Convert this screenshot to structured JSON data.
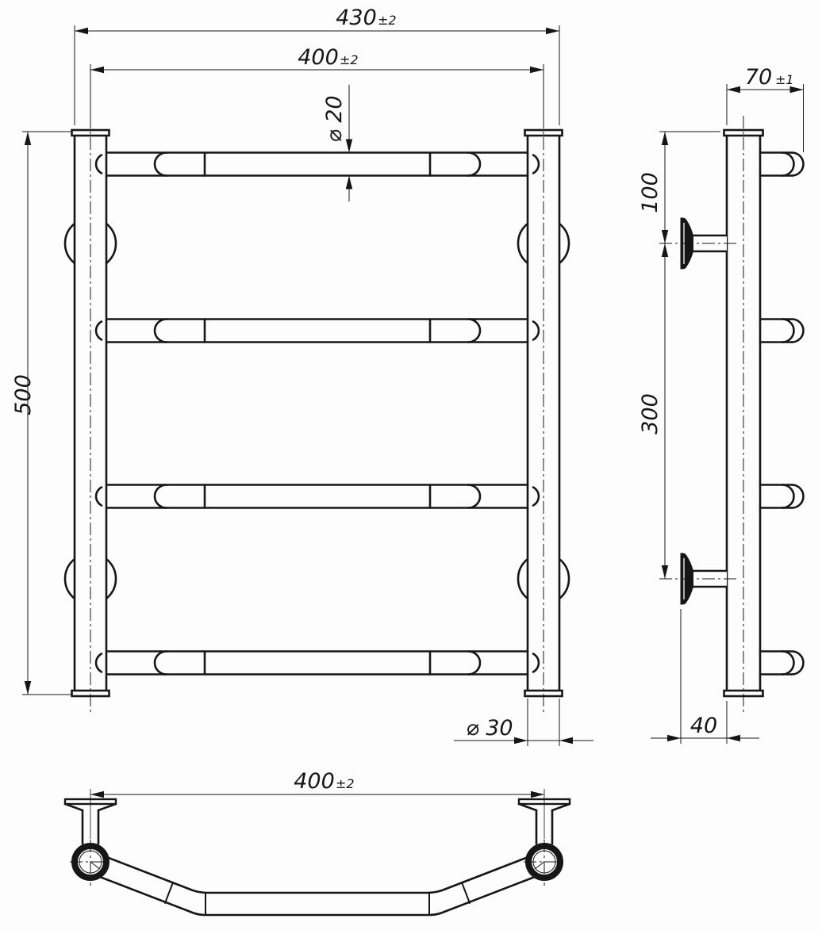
{
  "drawing": {
    "type": "technical-orthographic-drawing",
    "subject": "ladder towel rail with four rungs and two wall brackets",
    "colors": {
      "line": "#161616",
      "background": "#fdfdfd"
    },
    "views": {
      "front": {
        "label": "front-view",
        "rungs": 4,
        "posts": 2,
        "brackets": 4
      },
      "side": {
        "label": "side-view",
        "stubs": 4,
        "brackets": 2
      },
      "top": {
        "label": "bottom-top-view",
        "posts": 2
      }
    },
    "dimensions": {
      "overall_width": {
        "value": "430",
        "tol": "±2"
      },
      "center_width": {
        "value": "400",
        "tol": "±2"
      },
      "rung_diameter": {
        "value": "⌀ 20"
      },
      "overall_height": {
        "value": "500"
      },
      "depth": {
        "value": "70",
        "tol": "±1"
      },
      "bracket_top_offset": {
        "value": "100"
      },
      "bracket_spacing": {
        "value": "300"
      },
      "post_diameter": {
        "value": "⌀ 30"
      },
      "wall_clearance": {
        "value": "40"
      },
      "bottom_center_width": {
        "value": "400",
        "tol": "±2"
      }
    }
  }
}
